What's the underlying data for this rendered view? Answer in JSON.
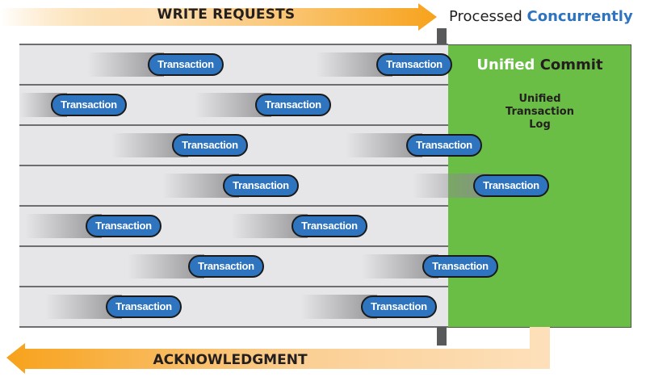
{
  "header": {
    "write_requests": "WRITE REQUESTS",
    "processed_prefix": "Processed ",
    "processed_highlight": "Concurrently"
  },
  "commit": {
    "title_light": "Unified ",
    "title_dark": "Commit",
    "log_lines": [
      "Unified",
      "Transaction",
      "Log"
    ]
  },
  "footer": {
    "acknowledgment": "ACKNOWLEDGMENT"
  },
  "lanes": [
    {
      "transactions": [
        "Transaction",
        "Transaction"
      ]
    },
    {
      "transactions": [
        "Transaction",
        "Transaction"
      ]
    },
    {
      "transactions": [
        "Transaction",
        "Transaction"
      ]
    },
    {
      "transactions": [
        "Transaction",
        "Transaction"
      ]
    },
    {
      "transactions": [
        "Transaction",
        "Transaction"
      ]
    },
    {
      "transactions": [
        "Transaction",
        "Transaction"
      ]
    },
    {
      "transactions": [
        "Transaction",
        "Transaction"
      ]
    }
  ],
  "colors": {
    "arrow_orange": "#f7a21b",
    "commit_green": "#6abd45",
    "pill_blue": "#2f74bf",
    "accent_blue": "#2f74bf"
  }
}
